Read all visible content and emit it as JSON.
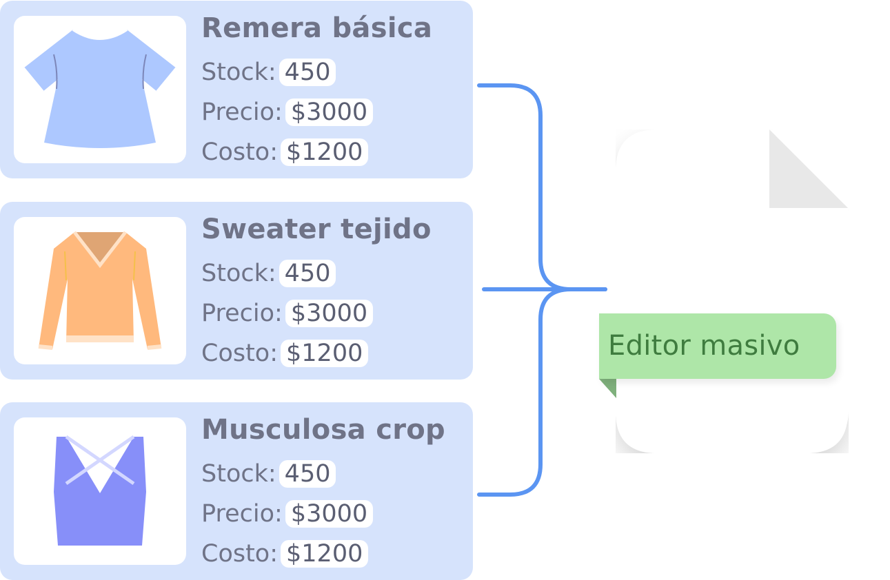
{
  "products": [
    {
      "name": "Remera básica",
      "icon": "tshirt-icon",
      "stock_label": "Stock:",
      "stock_value": "450",
      "price_label": "Precio:",
      "price_value": "$3000",
      "cost_label": "Costo:",
      "cost_value": "$1200"
    },
    {
      "name": "Sweater tejido",
      "icon": "sweater-icon",
      "stock_label": "Stock:",
      "stock_value": "450",
      "price_label": "Precio:",
      "price_value": "$3000",
      "cost_label": "Costo:",
      "cost_value": "$1200"
    },
    {
      "name": "Musculosa crop",
      "icon": "crop-top-icon",
      "stock_label": "Stock:",
      "stock_value": "450",
      "price_label": "Precio:",
      "price_value": "$3000",
      "cost_label": "Costo:",
      "cost_value": "$1200"
    }
  ],
  "document": {
    "icon": "document-icon",
    "label": "Editor masivo"
  },
  "colors": {
    "card_bg": "#d6e3fc",
    "connector": "#5b95f2",
    "label_bg": "#aee6a8",
    "label_text": "#3f7c3f"
  }
}
